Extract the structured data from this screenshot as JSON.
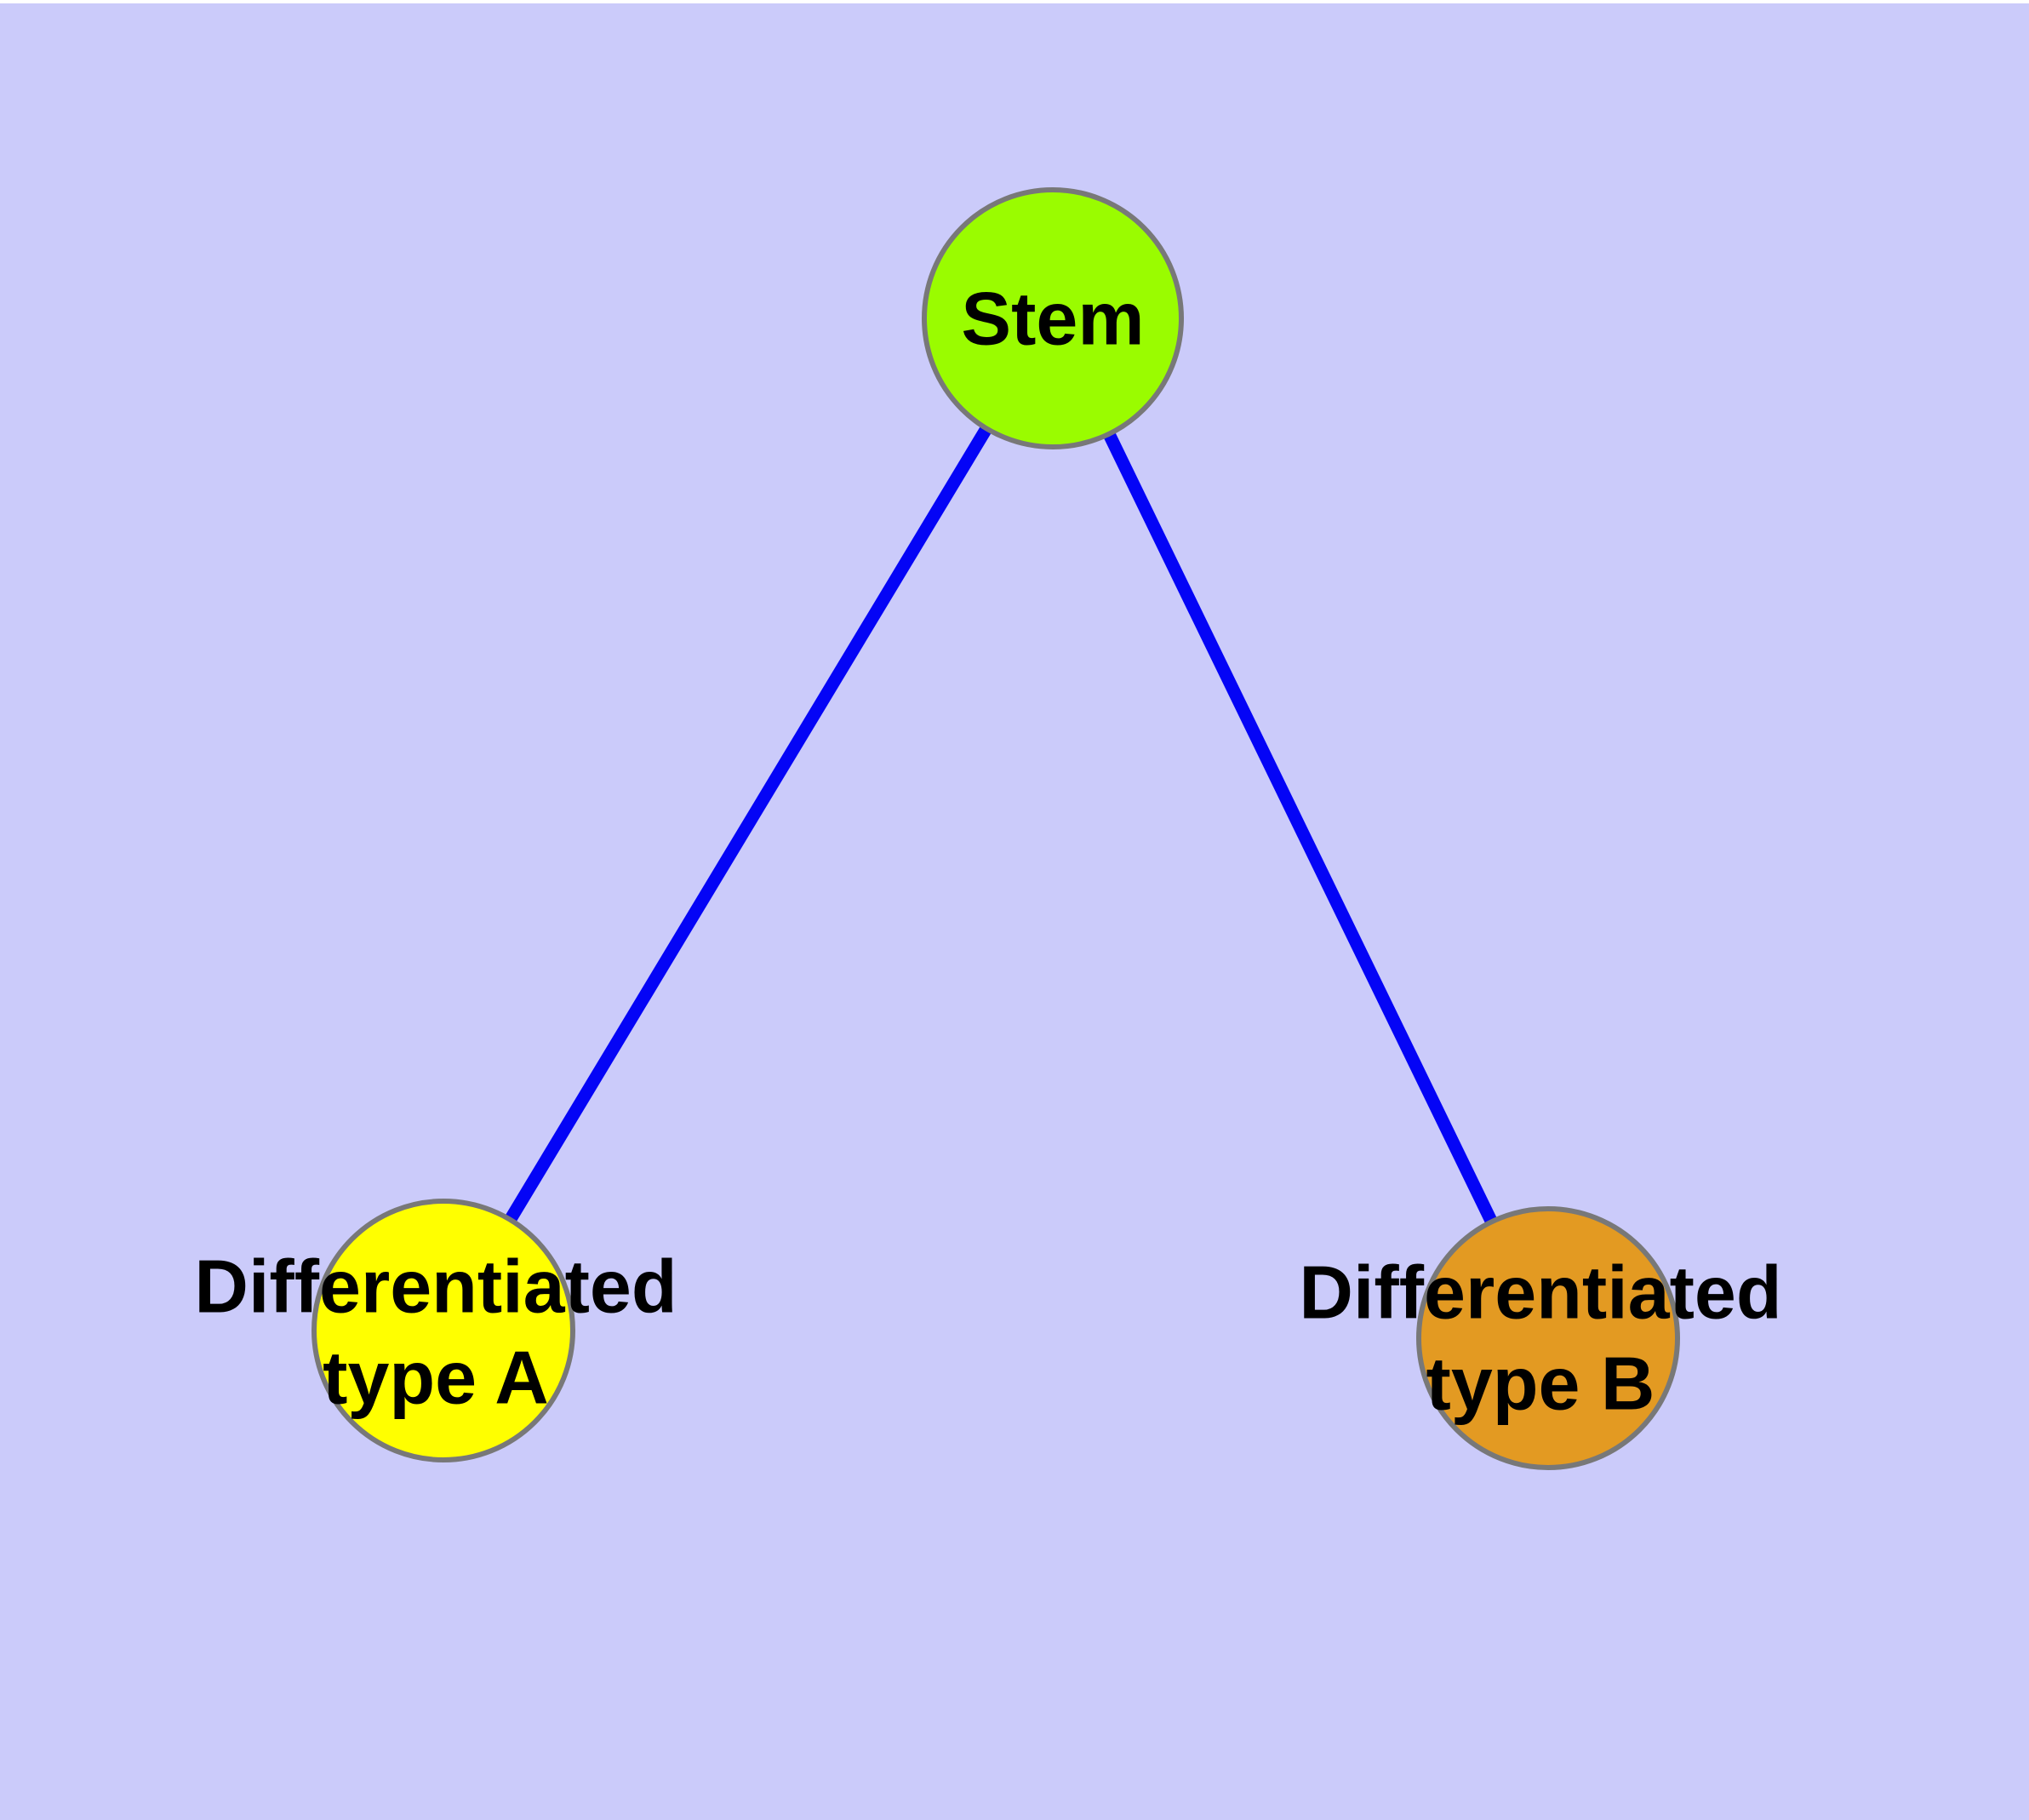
{
  "canvas": {
    "background_color": "#CBCBFA",
    "top_strip_color": "#FFFFFF"
  },
  "diagram": {
    "type": "node-link-graph",
    "edge_color": "#0404F6",
    "node_border_color": "#787878",
    "nodes": [
      {
        "id": "stem",
        "label_line1": "Stem",
        "label_line2": "",
        "fill": "#9AFC00",
        "stroke": "#787878"
      },
      {
        "id": "type-a",
        "label_line1": "Differentiated",
        "label_line2": "type A",
        "fill": "#FFFF00",
        "stroke": "#787878"
      },
      {
        "id": "type-b",
        "label_line1": "Differentiated",
        "label_line2": "type B",
        "fill": "#E39A22",
        "stroke": "#787878"
      }
    ],
    "edges": [
      {
        "from": "stem",
        "to": "type-a",
        "color": "#0404F6"
      },
      {
        "from": "stem",
        "to": "type-b",
        "color": "#0404F6"
      }
    ]
  }
}
